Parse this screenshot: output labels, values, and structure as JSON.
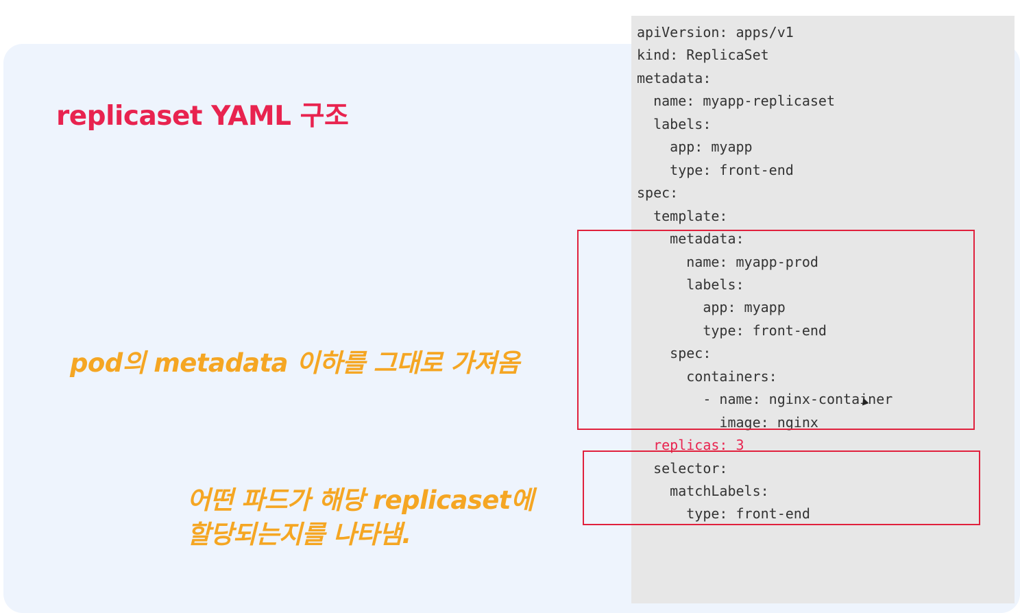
{
  "slide": {
    "title": "replicaset YAML 구조",
    "note_template": "pod의 metadata 이하를 그대로 가져옴",
    "note_selector_line1": "어떤 파드가 해당 replicaset에",
    "note_selector_line2": "할당되는지를 나타냄.",
    "colors": {
      "title": "#e8234f",
      "note": "#f5a623",
      "code_text": "#333333",
      "code_highlight": "#e8234f",
      "highlight_box": "#e0203c",
      "panel": "#e7e7e7",
      "slide_bg": "#eef4fd"
    }
  },
  "code": {
    "lines": [
      "apiVersion: apps/v1",
      "kind: ReplicaSet",
      "metadata:",
      "  name: myapp-replicaset",
      "  labels:",
      "    app: myapp",
      "    type: front-end",
      "spec:",
      "  template:",
      "    metadata:",
      "      name: myapp-prod",
      "      labels:",
      "        app: myapp",
      "        type: front-end",
      "    spec:",
      "      containers:",
      "        - name: nginx-container",
      "          image: nginx",
      "  replicas: 3",
      "  selector:",
      "    matchLabels:",
      "      type: front-end"
    ],
    "highlighted_line": "  replicas: 3"
  },
  "icons": {
    "cursor": "mouse-pointer-icon"
  }
}
